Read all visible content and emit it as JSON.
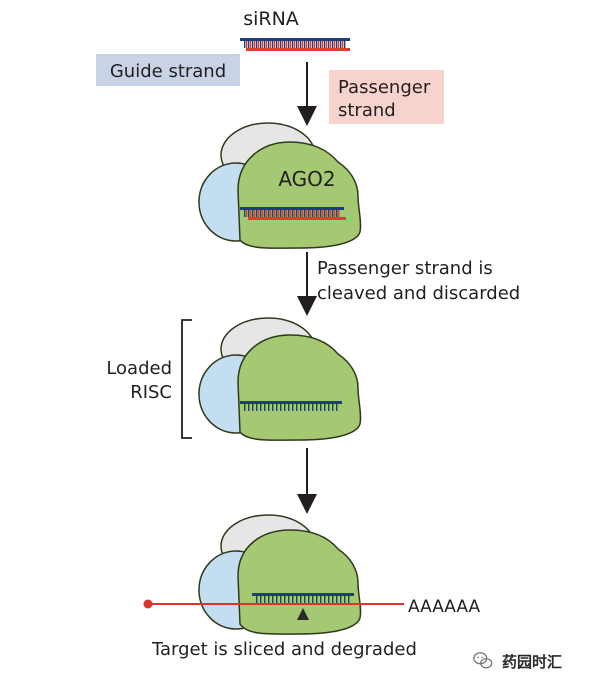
{
  "labels": {
    "sirna": "siRNA",
    "guide_strand": "Guide strand",
    "passenger_strand_line1": "Passenger",
    "passenger_strand_line2": "strand",
    "ago2": "AGO2",
    "cleaved_line1": "Passenger strand is",
    "cleaved_line2": "cleaved and discarded",
    "loaded_line1": "Loaded",
    "loaded_line2": "RISC",
    "poly_a": "AAAAAA",
    "sliced": "Target is sliced and degraded"
  },
  "watermark": {
    "text": "药园时汇"
  },
  "colors": {
    "guide_strand": "#1d3f78",
    "passenger_strand": "#e03c2c",
    "guide_label_bg": "#c9d3e6",
    "passenger_label_bg": "#f8d3cd",
    "ago2_body": "#a5c872",
    "ago2_outline": "#2f3a1c",
    "blue_domain": "#c3def0",
    "grey_domain": "#e6e6e6",
    "target_mrna": "#e0322a",
    "arrow": "#231f20"
  },
  "icons": {
    "slicing_site": "triangle-up-icon",
    "mrna_cap": "dot-icon",
    "watermark_logo": "wechat-icon"
  }
}
